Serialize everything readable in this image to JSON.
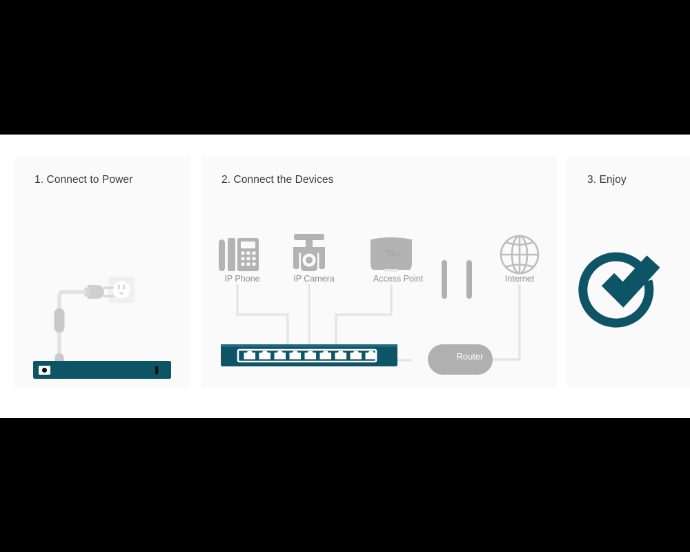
{
  "page": {
    "background_color": "#ffffff",
    "letterbox_color": "#000000",
    "card_background": "#fafafa",
    "accent_teal": "#0d5566",
    "device_gray": "#b3b3b3",
    "label_gray": "#8c8c8c"
  },
  "panels": [
    {
      "id": "power",
      "title": "1. Connect to Power",
      "icons": [
        {
          "name": "power-cord",
          "label": ""
        },
        {
          "name": "power-adapter-brick",
          "label": ""
        },
        {
          "name": "power-plug",
          "label": ""
        },
        {
          "name": "wall-outlet",
          "label": ""
        },
        {
          "name": "network-switch",
          "label": ""
        }
      ]
    },
    {
      "id": "devices",
      "title": "2. Connect the Devices",
      "devices": [
        {
          "name": "ip-phone-icon",
          "label": "IP Phone"
        },
        {
          "name": "ip-camera-icon",
          "label": "IP Camera"
        },
        {
          "name": "access-point-icon",
          "label": "Access Point"
        },
        {
          "name": "internet-globe-icon",
          "label": "Internet"
        }
      ],
      "router": {
        "name": "router-icon",
        "label": "Router"
      },
      "switch": {
        "name": "network-switch",
        "ports": 9
      }
    },
    {
      "id": "enjoy",
      "title": "3. Enjoy",
      "icons": [
        {
          "name": "check-circle-icon",
          "label": ""
        }
      ]
    }
  ]
}
